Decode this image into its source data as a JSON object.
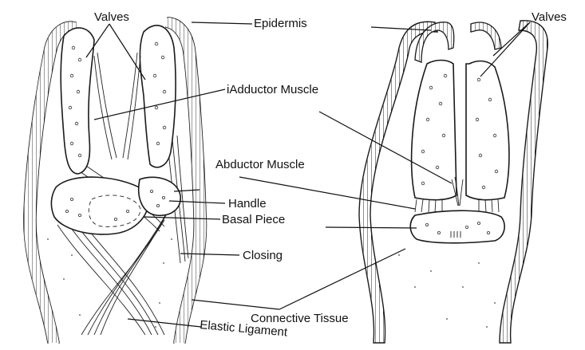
{
  "labels": {
    "valves_left": "Valves",
    "valves_right": "Valves",
    "epidermis": "Epidermis",
    "adductor_muscle": "Adductor Muscle",
    "adductor_prefix": "i",
    "abductor_muscle": "Abductor Muscle",
    "handle": "Handle",
    "basal_piece": "Basal Piece",
    "closing": "Closing",
    "connective_tissue": "Connective Tissue",
    "elastic_ligament": "Elastic Ligament"
  },
  "colors": {
    "line": "#1a1a1a",
    "background": "#ffffff"
  }
}
